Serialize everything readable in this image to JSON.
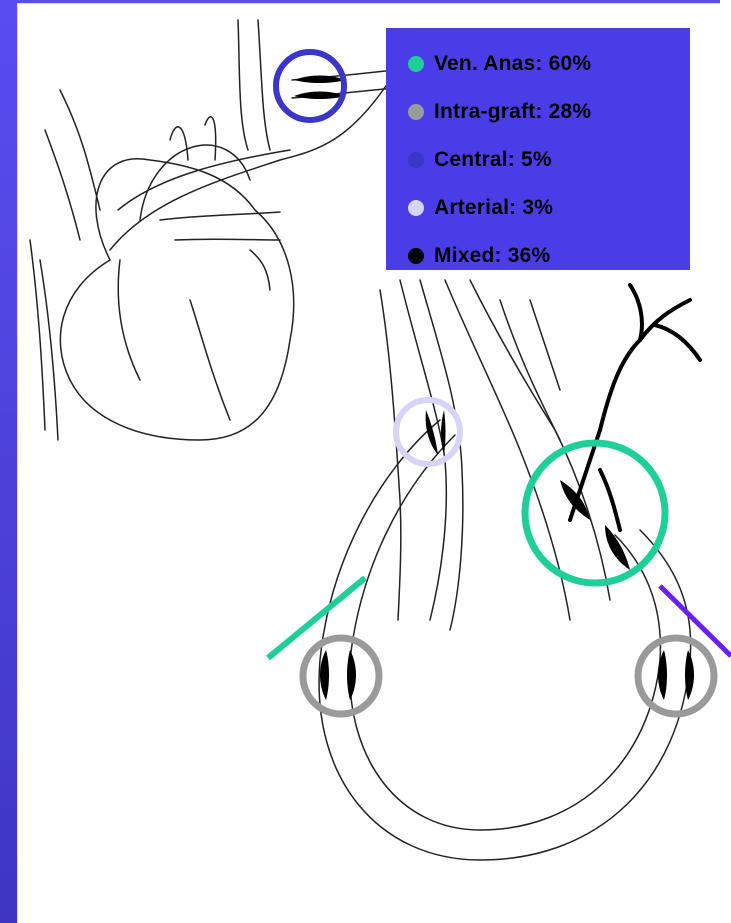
{
  "legend": {
    "items": [
      {
        "label": "Ven. Anas: 60%",
        "color": "#1fcf99"
      },
      {
        "label": "Intra-graft: 28%",
        "color": "#9a9a9a"
      },
      {
        "label": "Central: 5%",
        "color": "#3a36c9"
      },
      {
        "label": "Arterial: 3%",
        "color": "#d6d4f8"
      },
      {
        "label": "Mixed: 36%",
        "color": "#000000"
      }
    ]
  },
  "colors": {
    "background": "#4e41df",
    "venous_anastomosis": "#1fcf99",
    "intra_graft": "#9a9a9a",
    "central": "#3a36c9",
    "arterial": "#d6d4f8",
    "mixed": "#000000",
    "line_purple": "#6a1ff0"
  }
}
